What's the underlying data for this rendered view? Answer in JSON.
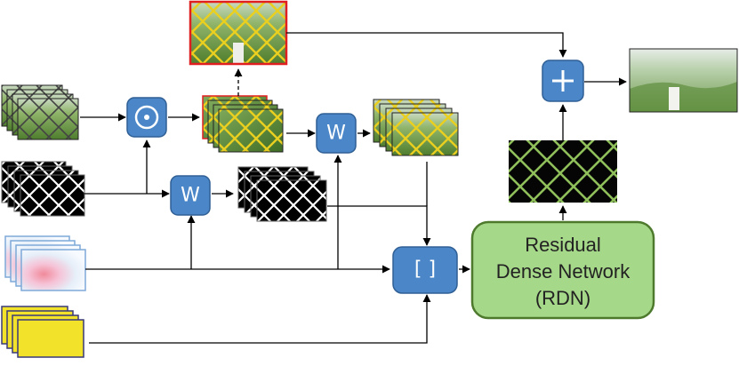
{
  "operators": {
    "multiply_symbol": "⊙",
    "warp_label": "W",
    "concat_label": "[ ]",
    "add_symbol": "+"
  },
  "rdn": {
    "line1": "Residual",
    "line2": "Dense Network",
    "line3": "(RDN)"
  },
  "colors": {
    "operator_fill": "#4a86c8",
    "operator_stroke": "#2f5f94",
    "rdn_fill": "#a6d889",
    "rdn_stroke": "#4e7a2e",
    "fence_yellow": "#e9cf1f",
    "highlight_red": "#e02020",
    "mask_yellow": "#f3e22a",
    "flow_border": "#7fa9d8"
  },
  "icons": [
    "grass-frame-stack",
    "fence-mask-stack",
    "optical-flow-stack",
    "yellow-mask-stack",
    "output-frame"
  ]
}
